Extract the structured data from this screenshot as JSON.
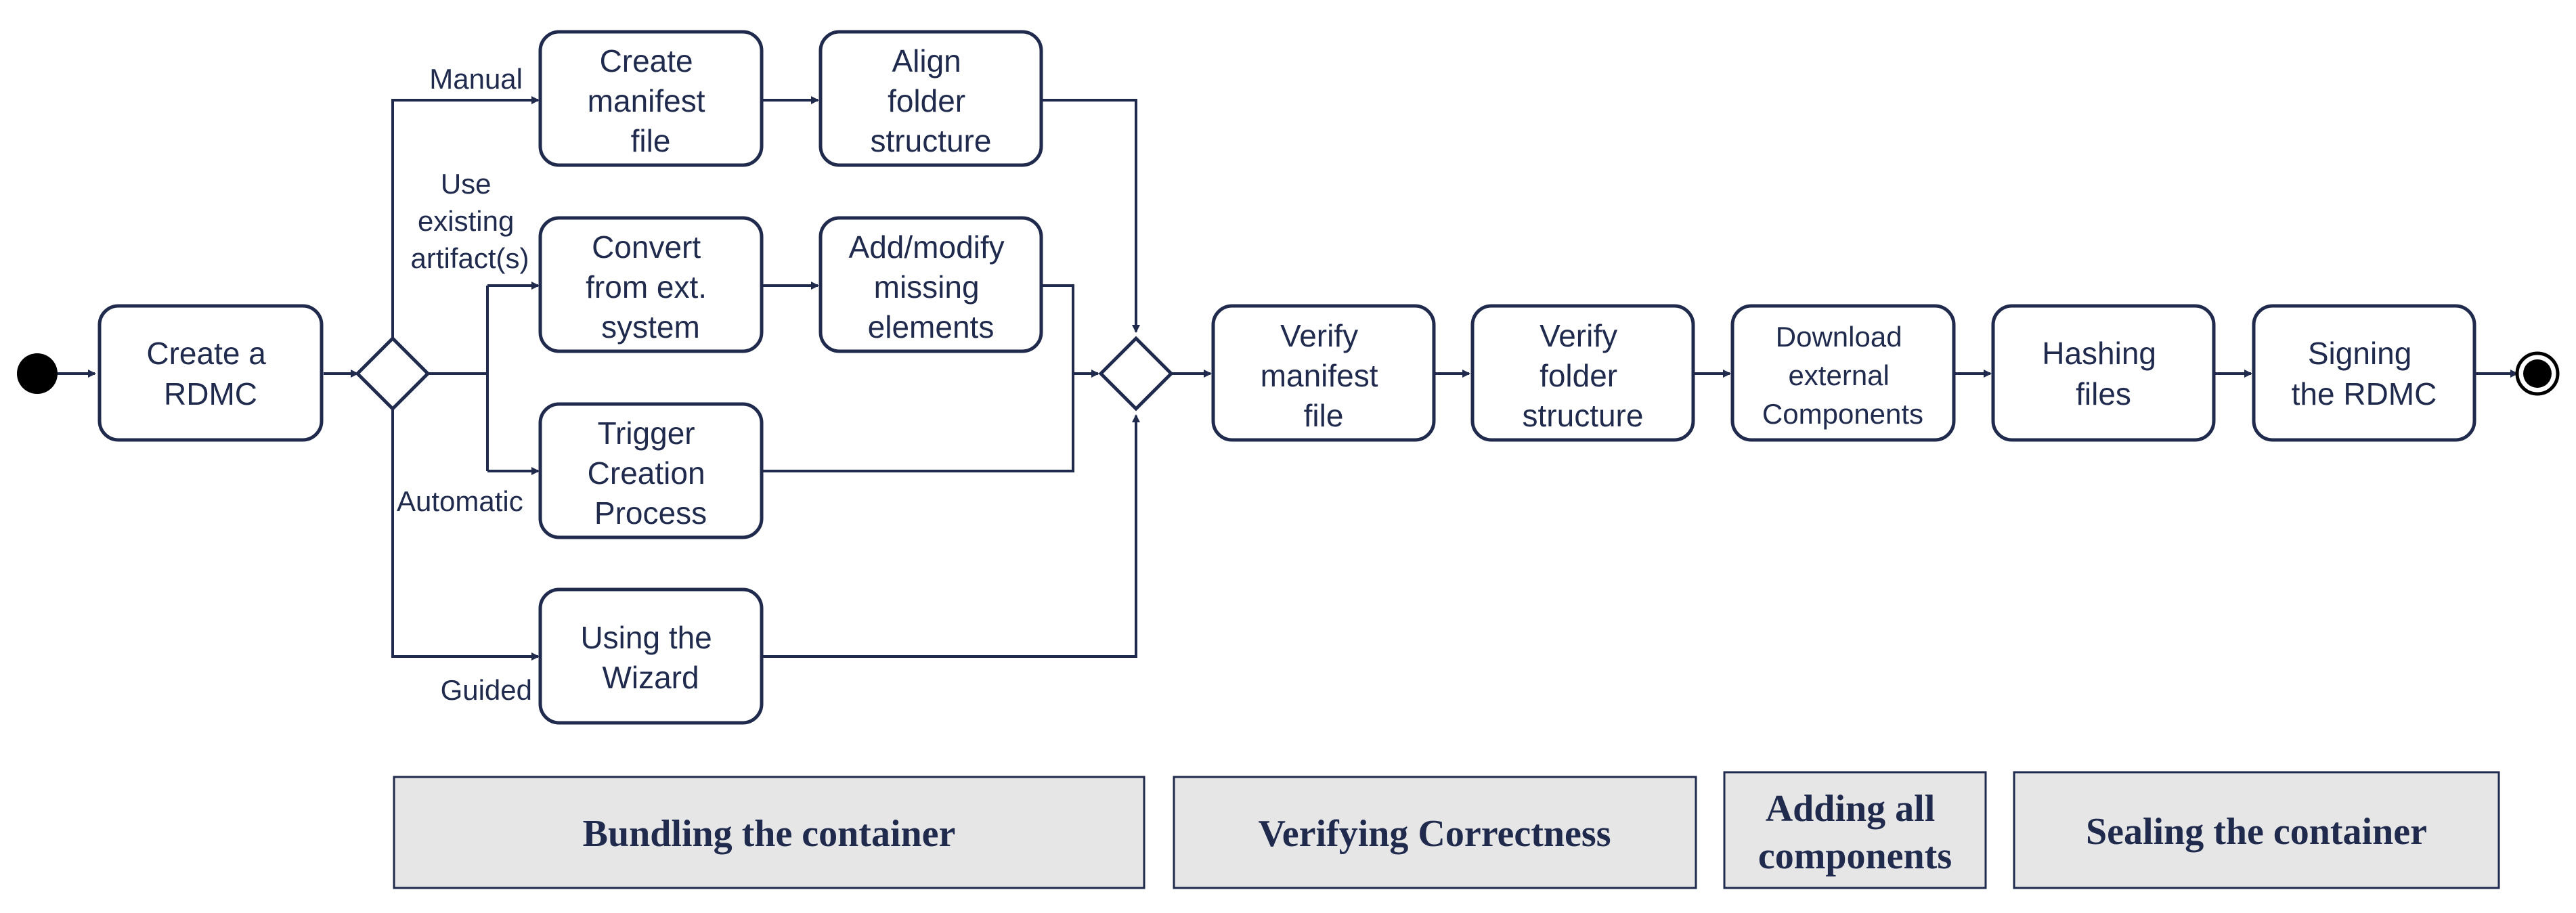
{
  "colors": {
    "stroke": "#1f2a4d",
    "phase_fill": "#e6e6e6",
    "background": "#ffffff"
  },
  "nodes": {
    "create_rdmc": [
      "Create a",
      "RDMC"
    ],
    "create_manifest": [
      "Create",
      "manifest",
      "file"
    ],
    "align_folder": [
      "Align",
      "folder",
      "structure"
    ],
    "convert_ext": [
      "Convert",
      "from ext.",
      "system"
    ],
    "add_modify": [
      "Add/modify",
      "missing",
      "elements"
    ],
    "trigger_creation": [
      "Trigger",
      "Creation",
      "Process"
    ],
    "using_wizard": [
      "Using the",
      "Wizard"
    ],
    "verify_manifest": [
      "Verify",
      "manifest",
      "file"
    ],
    "verify_folder": [
      "Verify",
      "folder",
      "structure"
    ],
    "download_external": [
      "Download",
      "external",
      "Components"
    ],
    "hashing_files": [
      "Hashing",
      "files"
    ],
    "signing_rdmc": [
      "Signing",
      "the RDMC"
    ]
  },
  "edge_labels": {
    "manual": "Manual",
    "use_existing": [
      "Use",
      "existing",
      "artifact(s)"
    ],
    "automatic": "Automatic",
    "guided": "Guided"
  },
  "phases": {
    "bundling": [
      "Bundling the container"
    ],
    "verifying": [
      "Verifying Correctness"
    ],
    "adding": [
      "Adding all",
      "components"
    ],
    "sealing": [
      "Sealing the container"
    ]
  }
}
